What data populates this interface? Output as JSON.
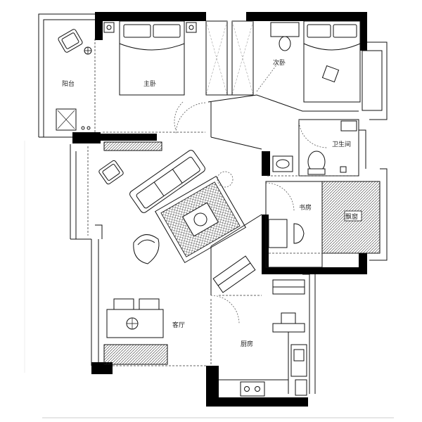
{
  "rooms": {
    "master_bedroom": "主卧",
    "second_bedroom": "次卧",
    "balcony": "阳台",
    "bathroom": "卫生间",
    "study": "书房",
    "living_room": "客厅",
    "kitchen": "厨房",
    "bay_label": "飘窗"
  },
  "colors": {
    "wall": "#000000",
    "line": "#111111",
    "background": "#ffffff"
  },
  "icons": [
    "armchair-icon",
    "plant-icon",
    "bed-icon",
    "sofa-icon",
    "rug-icon",
    "toilet-icon",
    "sink-icon",
    "stove-icon",
    "dining-table-icon"
  ]
}
